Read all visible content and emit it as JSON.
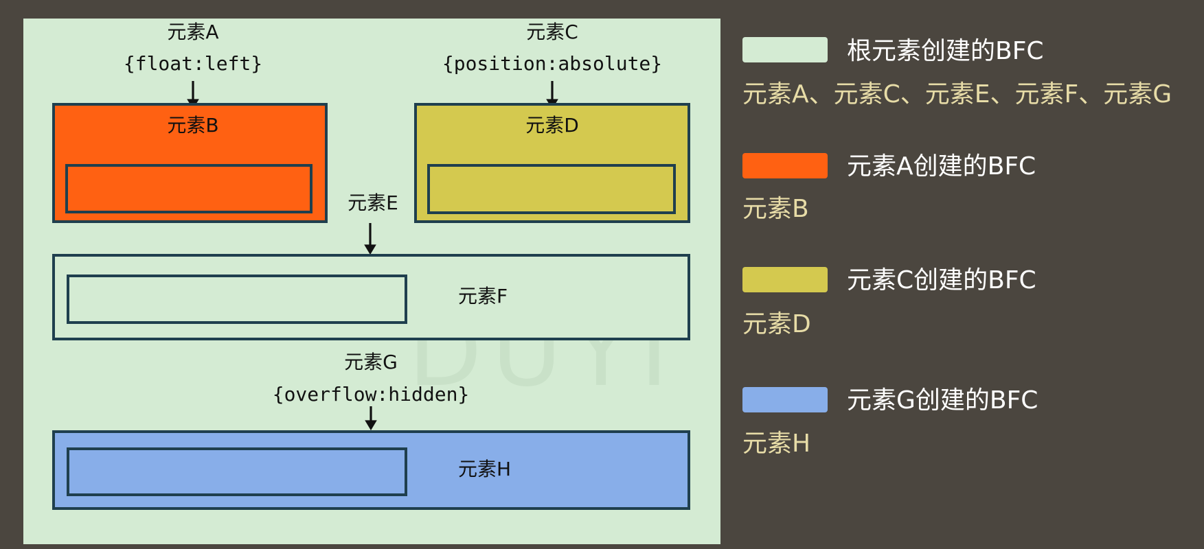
{
  "diagram": {
    "colors": {
      "root": "#d4ebd3",
      "element_a": "#ff6112",
      "element_c": "#d4c94f",
      "element_g": "#88aee9",
      "border": "#1f3f4e"
    },
    "element_a": {
      "name": "元素A",
      "style": "{float:left}"
    },
    "element_b": {
      "name": "元素B"
    },
    "element_c": {
      "name": "元素C",
      "style": "{position:absolute}"
    },
    "element_d": {
      "name": "元素D"
    },
    "element_e": {
      "name": "元素E"
    },
    "element_f": {
      "name": "元素F"
    },
    "element_g": {
      "name": "元素G",
      "style": "{overflow:hidden}"
    },
    "element_h": {
      "name": "元素H"
    }
  },
  "legend": [
    {
      "title": "根元素创建的BFC",
      "items": "元素A、元素C、元素E、元素F、元素G",
      "color": "#d4ebd3"
    },
    {
      "title": "元素A创建的BFC",
      "items": "元素B",
      "color": "#ff6112"
    },
    {
      "title": "元素C创建的BFC",
      "items": "元素D",
      "color": "#d4c94f"
    },
    {
      "title": "元素G创建的BFC",
      "items": "元素H",
      "color": "#88aee9"
    }
  ]
}
